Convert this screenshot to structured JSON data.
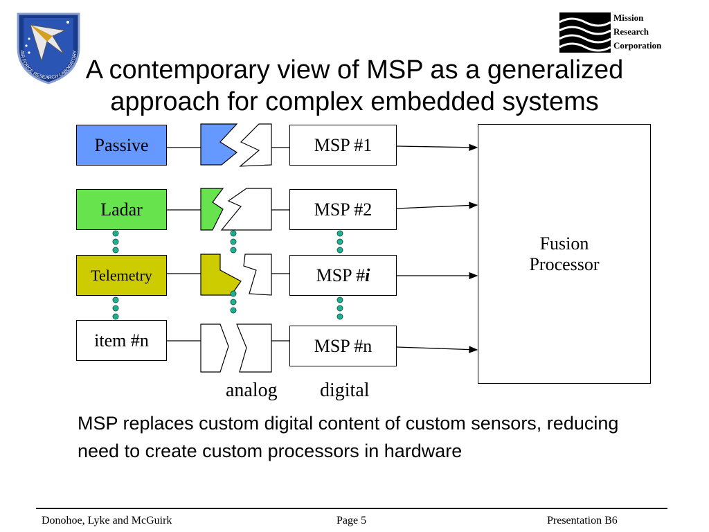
{
  "title": {
    "line1": "A contemporary view of MSP as a generalized",
    "line2": "approach for complex embedded systems"
  },
  "logos": {
    "afrl_icon": "afrl-seal-icon",
    "afrl_text": "AIR FORCE RESEARCH LABORATORY",
    "mrc_icon": "wave-logo-icon",
    "mrc_line1": "Mission",
    "mrc_line2": "Research",
    "mrc_line3": "Corporation"
  },
  "sensors": [
    {
      "label": "Passive",
      "color": "#6699ff"
    },
    {
      "label": "Ladar",
      "color": "#66e34d"
    },
    {
      "label": "Telemetry",
      "color": "#cccc00"
    },
    {
      "label": "item #n",
      "color": "#ffffff"
    }
  ],
  "msp": [
    {
      "prefix": "MSP #1",
      "suffix": ""
    },
    {
      "prefix": "MSP #2",
      "suffix": ""
    },
    {
      "prefix": "MSP #",
      "suffix": "i"
    },
    {
      "prefix": "MSP #n",
      "suffix": ""
    }
  ],
  "fusion": {
    "line1": "Fusion",
    "line2": "Processor"
  },
  "labels": {
    "analog": "analog",
    "digital": "digital"
  },
  "body_text": "MSP replaces custom digital content of custom sensors, reducing need to create custom processors in hardware",
  "footer": {
    "left": "Donohoe, Lyke and McGuirk",
    "center": "Page 5",
    "right": "Presentation B6"
  }
}
